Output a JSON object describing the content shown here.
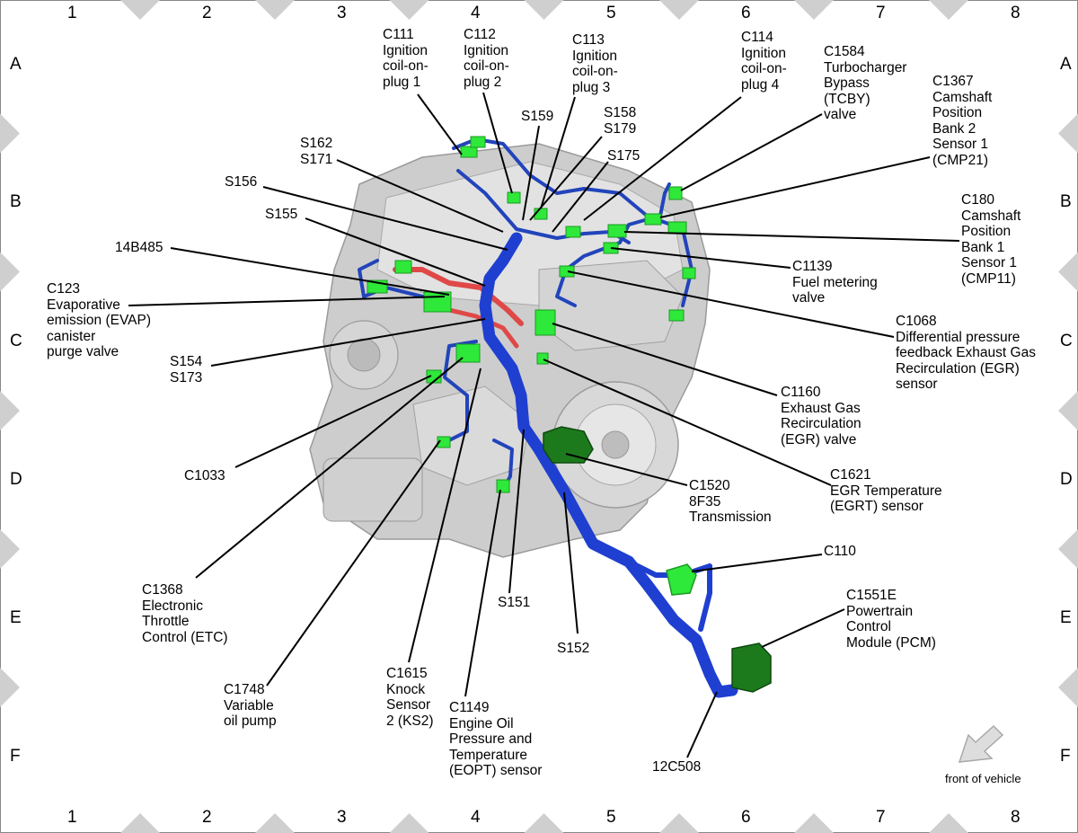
{
  "grid": {
    "columns": [
      "1",
      "2",
      "3",
      "4",
      "5",
      "6",
      "7",
      "8"
    ],
    "rows": [
      "A",
      "B",
      "C",
      "D",
      "E",
      "F"
    ]
  },
  "orientation_note": "front of vehicle",
  "colors": {
    "harness_main": "#1f3fd0",
    "harness_branch": "#2244bb",
    "harness_red": "#e04848",
    "connector_green": "#2ee83a",
    "connector_dark_green": "#1c7a1c",
    "engine_gray": "#c8c8c8",
    "frame_marker": "#cfcfcf"
  },
  "labels": [
    {
      "id": "c111",
      "text": "C111\nIgnition\ncoil-on-\nplug 1"
    },
    {
      "id": "c112",
      "text": "C112\nIgnition\ncoil-on-\nplug 2"
    },
    {
      "id": "c113",
      "text": "C113\nIgnition\ncoil-on-\nplug 3"
    },
    {
      "id": "c114",
      "text": "C114\nIgnition\ncoil-on-\nplug 4"
    },
    {
      "id": "c1584",
      "text": "C1584\nTurbocharger\nBypass\n(TCBY)\nvalve"
    },
    {
      "id": "c1367",
      "text": "C1367\nCamshaft\nPosition\nBank 2\nSensor 1\n(CMP21)"
    },
    {
      "id": "s159",
      "text": "S159"
    },
    {
      "id": "s158",
      "text": "S158\nS179"
    },
    {
      "id": "s162",
      "text": "S162\nS171"
    },
    {
      "id": "s175",
      "text": "S175"
    },
    {
      "id": "s156",
      "text": "S156"
    },
    {
      "id": "s155",
      "text": "S155"
    },
    {
      "id": "c180",
      "text": "C180\nCamshaft\nPosition\nBank 1\nSensor 1\n(CMP11)"
    },
    {
      "id": "14b485",
      "text": "14B485"
    },
    {
      "id": "c1139",
      "text": "C1139\nFuel metering\nvalve"
    },
    {
      "id": "c123",
      "text": "C123\nEvaporative\nemission (EVAP)\ncanister\npurge valve"
    },
    {
      "id": "c1068",
      "text": "C1068\nDifferential pressure\nfeedback Exhaust Gas\nRecirculation (EGR)\nsensor"
    },
    {
      "id": "s154",
      "text": "S154\nS173"
    },
    {
      "id": "c1160",
      "text": "C1160\nExhaust Gas\nRecirculation\n(EGR) valve"
    },
    {
      "id": "c1033",
      "text": "C1033"
    },
    {
      "id": "c1520",
      "text": "C1520\n8F35\nTransmission"
    },
    {
      "id": "c1621",
      "text": "C1621\nEGR Temperature\n(EGRT) sensor"
    },
    {
      "id": "c110",
      "text": "C110"
    },
    {
      "id": "c1368",
      "text": "C1368\nElectronic\nThrottle\nControl (ETC)"
    },
    {
      "id": "s151",
      "text": "S151"
    },
    {
      "id": "c1551e",
      "text": "C1551E\nPowertrain\nControl\nModule (PCM)"
    },
    {
      "id": "s152",
      "text": "S152"
    },
    {
      "id": "c1615",
      "text": "C1615\nKnock\nSensor\n2 (KS2)"
    },
    {
      "id": "c1748",
      "text": "C1748\nVariable\noil pump"
    },
    {
      "id": "c1149",
      "text": "C1149\nEngine Oil\nPressure and\nTemperature\n(EOPT) sensor"
    },
    {
      "id": "12c508",
      "text": "12C508"
    }
  ]
}
